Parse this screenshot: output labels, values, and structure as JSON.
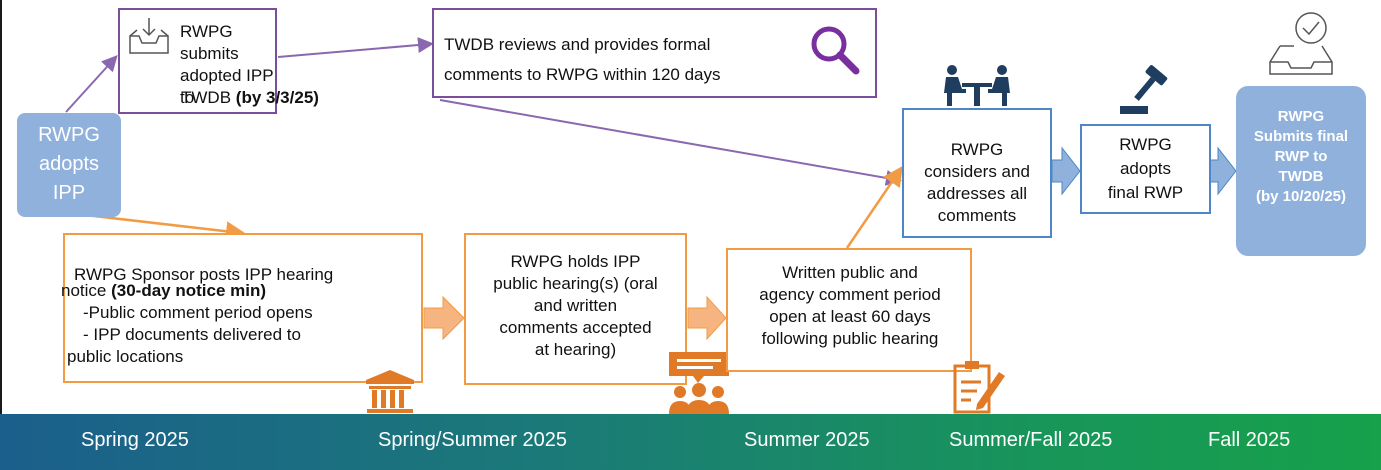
{
  "diagram": {
    "adopt": {
      "l1": "RWPG",
      "l2": "adopts",
      "l3": "IPP"
    },
    "submit": {
      "l1": "RWPG submits",
      "l2": "adopted IPP to",
      "l3": "TWDB ",
      "l3b": "(by 3/3/25)"
    },
    "review": {
      "l1": "TWDB reviews and provides formal",
      "l2": "comments  to RWPG within 120 days"
    },
    "sponsor": {
      "l1": "RWPG Sponsor posts IPP hearing",
      "l2": "notice ",
      "l2b": "(30-day notice min)",
      "l3": "-Public comment period opens",
      "l4": "- IPP documents delivered to",
      "l5": "public locations"
    },
    "hearing": {
      "l1": "RWPG holds IPP",
      "l2": "public hearing(s) (oral",
      "l3": "and written",
      "l4": "comments accepted",
      "l5": "at hearing)"
    },
    "written": {
      "l1": "Written public and",
      "l2": "agency comment period",
      "l3": "open at least 60 days",
      "l4": "following public hearing"
    },
    "considers": {
      "l1": "RWPG",
      "l2": "considers and",
      "l3": "addresses all",
      "l4": "comments"
    },
    "adoptfinal": {
      "l1": "RWPG",
      "l2": "adopts",
      "l3": "final RWP"
    },
    "final": {
      "l1": "RWPG",
      "l2": "Submits final",
      "l3": "RWP to",
      "l4": "TWDB",
      "l5": "(by 10/20/25)"
    }
  },
  "timeline": [
    "Spring 2025",
    "Spring/Summer 2025",
    "Summer 2025",
    "Summer/Fall 2025",
    "Fall 2025"
  ],
  "colors": {
    "purple": "#7a4e9a",
    "orange": "#f29b45",
    "blue": "#4d86c9",
    "lightblue": "#8fb1dc"
  }
}
